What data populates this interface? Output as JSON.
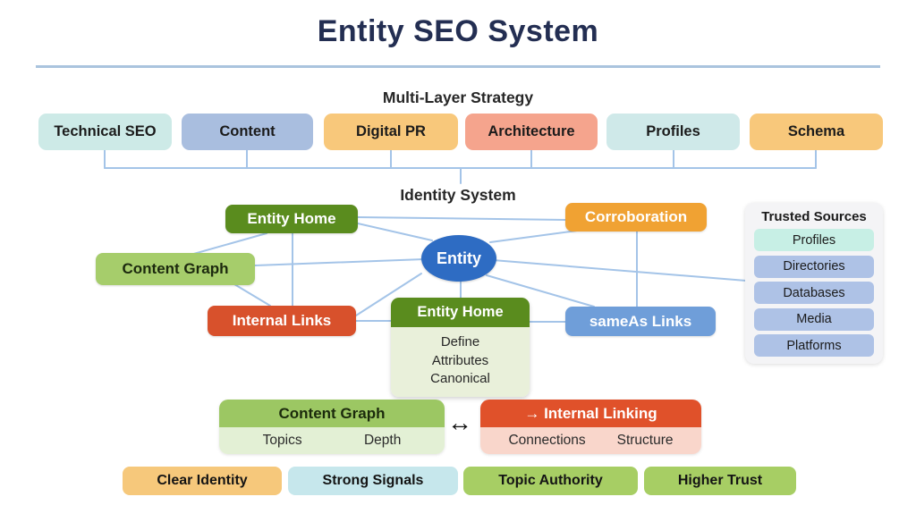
{
  "title": "Entity SEO System",
  "colors": {
    "title_text": "#232e52",
    "divider": "#aac4de",
    "connector_line": "#a4c4e8",
    "arrow": "#111111"
  },
  "strategy": {
    "label": "Multi-Layer Strategy",
    "items": [
      {
        "label": "Technical SEO",
        "color": "#cdeae7"
      },
      {
        "label": "Content",
        "color": "#a9bedf"
      },
      {
        "label": "Digital PR",
        "color": "#f8c87b"
      },
      {
        "label": "Architecture",
        "color": "#f5a48d"
      },
      {
        "label": "Profiles",
        "color": "#cfe9e9"
      },
      {
        "label": "Schema",
        "color": "#f8c87b"
      }
    ]
  },
  "identity": {
    "label": "Identity System",
    "nodes": {
      "entity_home": {
        "label": "Entity Home",
        "color": "#5a8c1e"
      },
      "corroboration": {
        "label": "Corroboration",
        "color": "#f0a233"
      },
      "content_graph": {
        "label": "Content Graph",
        "color": "#a6cd6b"
      },
      "entity": {
        "label": "Entity",
        "color": "#2e6cc3"
      },
      "internal_links": {
        "label": "Internal Links",
        "color": "#d8512c"
      },
      "sameas_links": {
        "label": "sameAs Links",
        "color": "#6f9ed9"
      },
      "entity_home_card": {
        "title": "Entity Home",
        "header_color": "#5a8c1e",
        "body_color": "#e9f0da",
        "items": [
          "Define",
          "Attributes",
          "Canonical"
        ]
      }
    },
    "trusted_sources": {
      "title": "Trusted Sources",
      "panel_color": "#f4f4f6",
      "items": [
        {
          "label": "Profiles",
          "color": "#c7efe5"
        },
        {
          "label": "Directories",
          "color": "#aec2e6"
        },
        {
          "label": "Databases",
          "color": "#aec2e6"
        },
        {
          "label": "Media",
          "color": "#aec2e6"
        },
        {
          "label": "Platforms",
          "color": "#aec2e6"
        }
      ]
    }
  },
  "relationship": {
    "arrow": "↔",
    "content_graph": {
      "title": "Content Graph",
      "header_color": "#9cc763",
      "body_color": "#e3f0d5",
      "items": [
        "Topics",
        "Depth"
      ]
    },
    "internal_linking": {
      "title": "→ Internal Linking",
      "header_color": "#e0512a",
      "body_color": "#f9d6cb",
      "items": [
        "Connections",
        "Structure"
      ]
    }
  },
  "outcomes": [
    {
      "label": "Clear Identity",
      "color": "#f6c87b"
    },
    {
      "label": "Strong Signals",
      "color": "#c6e7ec"
    },
    {
      "label": "Topic Authority",
      "color": "#a7ce64"
    },
    {
      "label": "Higher Trust",
      "color": "#a7ce64"
    }
  ]
}
